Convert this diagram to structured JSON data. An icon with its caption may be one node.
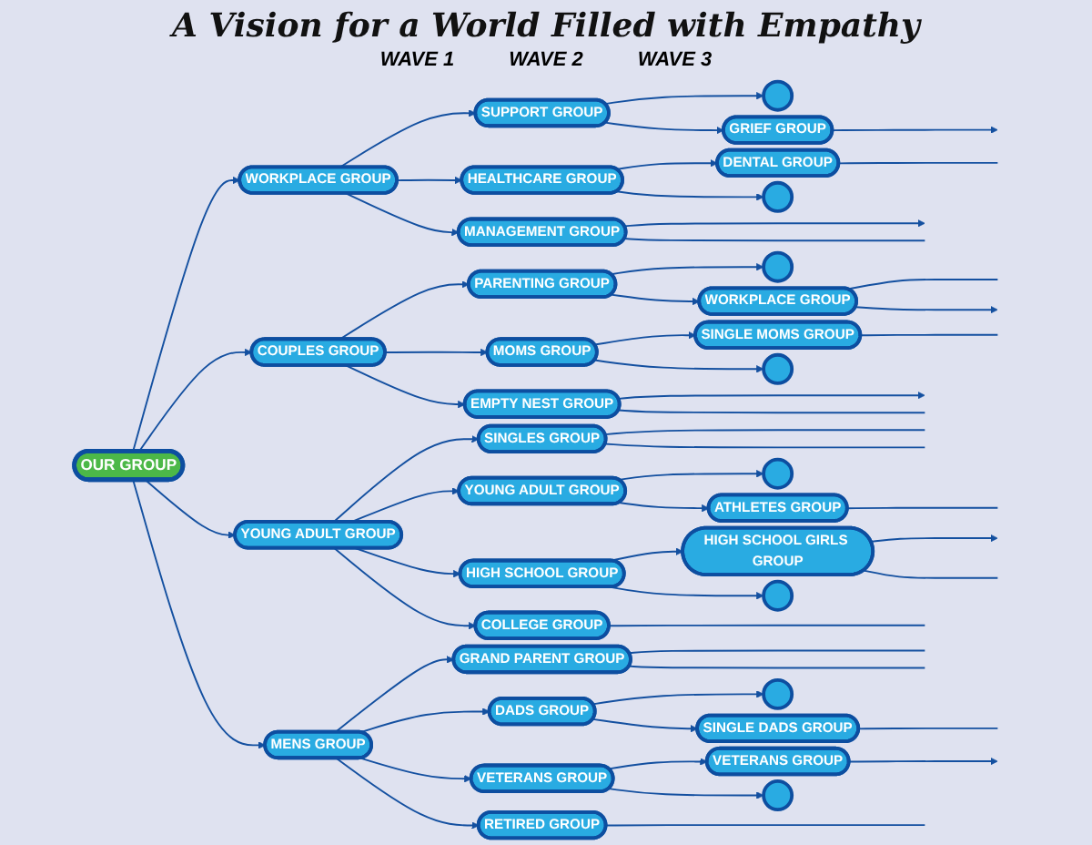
{
  "diagram": {
    "title": "A Vision for a World Filled with Empathy",
    "nodes": [
      {
        "text": [
          "OUR GROUP"
        ]
      },
      {
        "text": [
          "WORKPLACE GROUP"
        ]
      },
      {
        "text": [
          "COUPLES GROUP"
        ]
      },
      {
        "text": [
          "YOUNG ADULT GROUP"
        ]
      },
      {
        "text": [
          "MENS GROUP"
        ]
      },
      {
        "text": [
          "SUPPORT GROUP"
        ]
      },
      {
        "text": [
          "HEALTHCARE GROUP"
        ]
      },
      {
        "text": [
          "MANAGEMENT GROUP"
        ]
      },
      {
        "text": [],
        "shape": "circle"
      },
      {
        "text": [
          "GRIEF GROUP"
        ]
      },
      {
        "text": [
          "DENTAL GROUP"
        ]
      },
      {
        "text": [],
        "shape": "circle"
      },
      {
        "text": [
          "PARENTING GROUP"
        ]
      },
      {
        "text": [
          "MOMS GROUP"
        ]
      },
      {
        "text": [
          "EMPTY NEST GROUP"
        ]
      },
      {
        "text": [],
        "shape": "circle"
      },
      {
        "text": [
          "WORKPLACE GROUP"
        ]
      },
      {
        "text": [
          "SINGLE MOMS GROUP"
        ]
      },
      {
        "text": [],
        "shape": "circle"
      },
      {
        "text": [
          "SINGLES GROUP"
        ]
      },
      {
        "text": [
          "YOUNG ADULT GROUP"
        ]
      },
      {
        "text": [
          "HIGH SCHOOL GROUP"
        ]
      },
      {
        "text": [
          "COLLEGE GROUP"
        ]
      },
      {
        "text": [],
        "shape": "circle"
      },
      {
        "text": [
          "ATHLETES GROUP"
        ]
      },
      {
        "text": [
          "HIGH SCHOOL GIRLS GROUP"
        ]
      },
      {
        "text": [],
        "shape": "circle"
      },
      {
        "text": [
          "GRAND PARENT GROUP"
        ]
      },
      {
        "text": [
          "DADS GROUP"
        ]
      },
      {
        "text": [
          "VETERANS GROUP"
        ]
      },
      {
        "text": [
          "RETIRED GROUP"
        ]
      },
      {
        "text": [],
        "shape": "circle"
      },
      {
        "text": [
          "SINGLE DADS GROUP"
        ]
      },
      {
        "text": [
          "VETERANS GROUP"
        ]
      },
      {
        "text": [],
        "shape": "circle"
      }
    ],
    "edges": [
      {
        "from": 0,
        "to": 1,
        "arrow": "to"
      },
      {
        "from": 0,
        "to": 2,
        "arrow": "to"
      },
      {
        "from": 0,
        "to": 3,
        "arrow": "to"
      },
      {
        "from": 0,
        "to": 4,
        "arrow": "to"
      },
      {
        "from": 1,
        "to": 5,
        "arrow": "to"
      },
      {
        "from": 1,
        "to": 6,
        "arrow": "to"
      },
      {
        "from": 1,
        "to": 7,
        "arrow": "to"
      },
      {
        "from": 5,
        "to": 8,
        "arrow": "to"
      },
      {
        "from": 5,
        "to": 9,
        "arrow": "to"
      },
      {
        "from": 6,
        "to": 10,
        "arrow": "to"
      },
      {
        "from": 6,
        "to": 11,
        "arrow": "to"
      },
      {
        "from": 9,
        "to": null,
        "arrow": "to"
      },
      {
        "from": 10,
        "to": null,
        "arrow": "none"
      },
      {
        "from": 7,
        "to": null,
        "arrow": "to"
      },
      {
        "from": 7,
        "to": null,
        "arrow": "none"
      },
      {
        "from": 2,
        "to": 12,
        "arrow": "to"
      },
      {
        "from": 2,
        "to": 13,
        "arrow": "to"
      },
      {
        "from": 2,
        "to": 14,
        "arrow": "to"
      },
      {
        "from": 12,
        "to": 15,
        "arrow": "to"
      },
      {
        "from": 12,
        "to": 16,
        "arrow": "to"
      },
      {
        "from": 16,
        "to": null,
        "arrow": "none"
      },
      {
        "from": 16,
        "to": null,
        "arrow": "to"
      },
      {
        "from": 13,
        "to": 17,
        "arrow": "to"
      },
      {
        "from": 13,
        "to": 18,
        "arrow": "to"
      },
      {
        "from": 17,
        "to": null,
        "arrow": "none"
      },
      {
        "from": 14,
        "to": null,
        "arrow": "to"
      },
      {
        "from": 14,
        "to": null,
        "arrow": "none"
      },
      {
        "from": 3,
        "to": 19,
        "arrow": "to"
      },
      {
        "from": 3,
        "to": 20,
        "arrow": "to"
      },
      {
        "from": 3,
        "to": 21,
        "arrow": "to"
      },
      {
        "from": 3,
        "to": 22,
        "arrow": "to"
      },
      {
        "from": 19,
        "to": null,
        "arrow": "none"
      },
      {
        "from": 19,
        "to": null,
        "arrow": "none"
      },
      {
        "from": 20,
        "to": 23,
        "arrow": "to"
      },
      {
        "from": 20,
        "to": 24,
        "arrow": "to"
      },
      {
        "from": 24,
        "to": null,
        "arrow": "none"
      },
      {
        "from": 21,
        "to": 25,
        "arrow": "to"
      },
      {
        "from": 21,
        "to": 26,
        "arrow": "to"
      },
      {
        "from": 25,
        "to": null,
        "arrow": "to"
      },
      {
        "from": 25,
        "to": null,
        "arrow": "none"
      },
      {
        "from": 22,
        "to": null,
        "arrow": "none"
      },
      {
        "from": 4,
        "to": 27,
        "arrow": "to"
      },
      {
        "from": 4,
        "to": 28,
        "arrow": "to"
      },
      {
        "from": 4,
        "to": 29,
        "arrow": "to"
      },
      {
        "from": 4,
        "to": 30,
        "arrow": "to"
      },
      {
        "from": 27,
        "to": null,
        "arrow": "none"
      },
      {
        "from": 27,
        "to": null,
        "arrow": "none"
      },
      {
        "from": 28,
        "to": 31,
        "arrow": "to"
      },
      {
        "from": 28,
        "to": 32,
        "arrow": "to"
      },
      {
        "from": 32,
        "to": null,
        "arrow": "none"
      },
      {
        "from": 29,
        "to": 33,
        "arrow": "to"
      },
      {
        "from": 29,
        "to": 34,
        "arrow": "to"
      },
      {
        "from": 33,
        "to": null,
        "arrow": "to"
      },
      {
        "from": 30,
        "to": null,
        "arrow": "none"
      }
    ],
    "labels": [
      "WAVE 1",
      "WAVE 2",
      "WAVE 3"
    ]
  }
}
